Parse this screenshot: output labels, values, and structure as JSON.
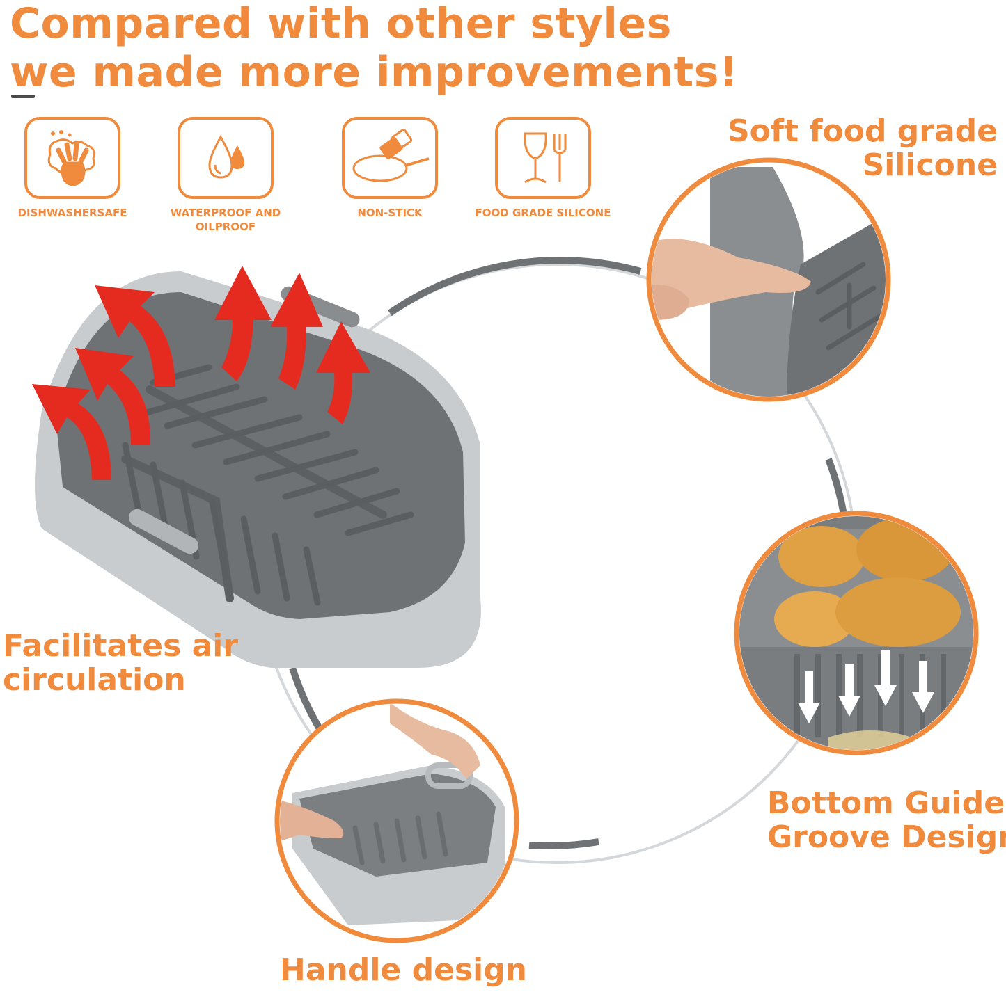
{
  "headline": {
    "line1": "Compared with other styles",
    "line2": "we made more improvements!"
  },
  "features": [
    {
      "label": "DISHWASHERSAFE",
      "icon": "hand-washing-icon"
    },
    {
      "label": "WATERPROOF AND OILPROOF",
      "icon": "water-drops-icon"
    },
    {
      "label": "NON-STICK",
      "icon": "pan-spatula-icon"
    },
    {
      "label": "FOOD GRADE SILICONE",
      "icon": "glass-fork-icon"
    }
  ],
  "callouts": {
    "soft": {
      "line1": "Soft food grade",
      "line2": "Silicone"
    },
    "air": {
      "line1": "Facilitates air",
      "line2": "circulation"
    },
    "groove": {
      "line1": "Bottom Guide",
      "line2": "Groove Design"
    },
    "handle": {
      "line1": "Handle design"
    }
  },
  "colors": {
    "accent": "#f08a3c",
    "silicone_gray": "#6f7275",
    "liner_light": "#c9ccce",
    "arrow_red": "#e52b1f"
  }
}
